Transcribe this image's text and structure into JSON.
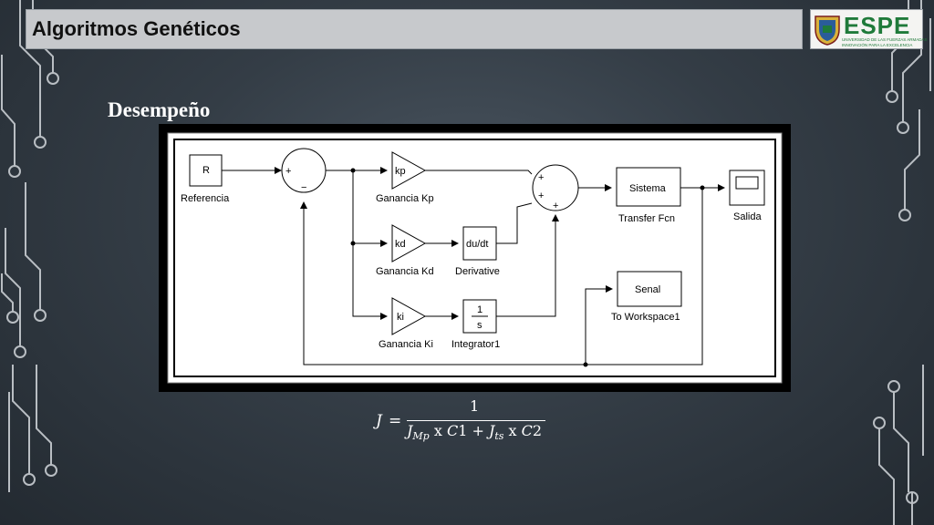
{
  "header": {
    "title": "Algoritmos Genéticos",
    "logo": {
      "main": "ESPE",
      "sub1": "UNIVERSIDAD DE LAS FUERZAS ARMADAS",
      "sub2": "INNOVACIÓN PARA LA EXCELENCIA"
    }
  },
  "section_heading": "Desempeño",
  "diagram": {
    "blocks": {
      "referencia": {
        "content": "R",
        "label": "Referencia"
      },
      "ganancia_kp": {
        "content": "kp",
        "label": "Ganancia Kp"
      },
      "ganancia_kd": {
        "content": "kd",
        "label": "Ganancia Kd"
      },
      "ganancia_ki": {
        "content": "ki",
        "label": "Ganancia Ki"
      },
      "derivative": {
        "content": "du/dt",
        "label": "Derivative"
      },
      "integrator": {
        "content_num": "1",
        "content_den": "s",
        "label": "Integrator1"
      },
      "sistema": {
        "content": "Sistema",
        "label": "Transfer Fcn"
      },
      "salida": {
        "label": "Salida"
      },
      "senal": {
        "content": "Senal",
        "label": "To Workspace1"
      }
    },
    "sum1_signs": {
      "plus": "+",
      "minus": "−"
    },
    "sum2_signs": {
      "a": "+",
      "b": "+",
      "c": "+"
    }
  },
  "formula": {
    "lhs": "J",
    "eq": "=",
    "numerator": "1",
    "den_j1": "J",
    "den_sub1": "Mp",
    "den_x1": " x ",
    "den_c1": "C",
    "den_n1": "1",
    "den_plus": " + ",
    "den_j2": "J",
    "den_sub2": "ts",
    "den_x2": " x ",
    "den_c2": "C",
    "den_n2": "2"
  },
  "colors": {
    "title_bar": "#c7c9cc",
    "logo_green": "#1f7a3a",
    "circuit_lines": "#b9bec3"
  }
}
